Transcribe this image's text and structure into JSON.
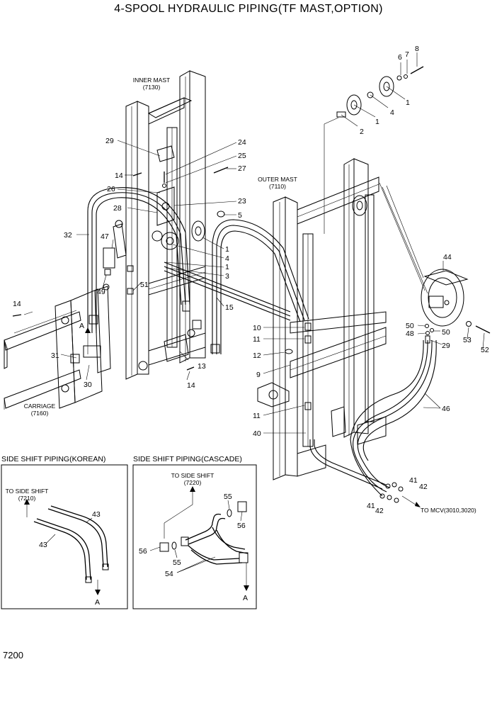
{
  "title": "4-SPOOL HYDRAULIC PIPING(TF MAST,OPTION)",
  "page_number": "7200",
  "labels": {
    "inner_mast": "INNER MAST",
    "inner_mast_ref": "(7130)",
    "outer_mast": "OUTER MAST",
    "outer_mast_ref": "(7110)",
    "carriage": "CARRIAGE",
    "carriage_ref": "(7160)",
    "to_mcv": "TO MCV(3010,3020)",
    "to_side_shift": "TO SIDE SHIFT",
    "to_side_shift_ref_korean": "(7210)",
    "to_side_shift_ref_cascade": "(7220)",
    "view_a": "A"
  },
  "sections": {
    "korean": "SIDE SHIFT PIPING(KOREAN)",
    "cascade": "SIDE SHIFT PIPING(CASCADE)"
  },
  "parts": [
    {
      "id": "p8",
      "num": "8"
    },
    {
      "id": "p6",
      "num": "6"
    },
    {
      "id": "p7",
      "num": "7"
    },
    {
      "id": "p1a",
      "num": "1"
    },
    {
      "id": "p4a",
      "num": "4"
    },
    {
      "id": "p1b",
      "num": "1"
    },
    {
      "id": "p2",
      "num": "2"
    },
    {
      "id": "p29a",
      "num": "29"
    },
    {
      "id": "p24",
      "num": "24"
    },
    {
      "id": "p25",
      "num": "25"
    },
    {
      "id": "p27",
      "num": "27"
    },
    {
      "id": "p14a",
      "num": "14"
    },
    {
      "id": "p26",
      "num": "26"
    },
    {
      "id": "p23",
      "num": "23"
    },
    {
      "id": "p28",
      "num": "28"
    },
    {
      "id": "p5",
      "num": "5"
    },
    {
      "id": "p32",
      "num": "32"
    },
    {
      "id": "p47",
      "num": "47"
    },
    {
      "id": "p1c",
      "num": "1"
    },
    {
      "id": "p4b",
      "num": "4"
    },
    {
      "id": "p1d",
      "num": "1"
    },
    {
      "id": "p3",
      "num": "3"
    },
    {
      "id": "p51",
      "num": "51"
    },
    {
      "id": "p49",
      "num": "49"
    },
    {
      "id": "p15",
      "num": "15"
    },
    {
      "id": "p14b",
      "num": "14"
    },
    {
      "id": "p44",
      "num": "44"
    },
    {
      "id": "p10",
      "num": "10"
    },
    {
      "id": "p11a",
      "num": "11"
    },
    {
      "id": "p12",
      "num": "12"
    },
    {
      "id": "p50a",
      "num": "50"
    },
    {
      "id": "p48",
      "num": "48"
    },
    {
      "id": "p50b",
      "num": "50"
    },
    {
      "id": "p29b",
      "num": "29"
    },
    {
      "id": "p53",
      "num": "53"
    },
    {
      "id": "p52",
      "num": "52"
    },
    {
      "id": "p31",
      "num": "31"
    },
    {
      "id": "p13",
      "num": "13"
    },
    {
      "id": "p9",
      "num": "9"
    },
    {
      "id": "p30",
      "num": "30"
    },
    {
      "id": "p14c",
      "num": "14"
    },
    {
      "id": "p11b",
      "num": "11"
    },
    {
      "id": "p46",
      "num": "46"
    },
    {
      "id": "p40",
      "num": "40"
    },
    {
      "id": "p41a",
      "num": "41"
    },
    {
      "id": "p42a",
      "num": "42"
    },
    {
      "id": "p41b",
      "num": "41"
    },
    {
      "id": "p42b",
      "num": "42"
    },
    {
      "id": "p43a",
      "num": "43"
    },
    {
      "id": "p43b",
      "num": "43"
    },
    {
      "id": "p55a",
      "num": "55"
    },
    {
      "id": "p56a",
      "num": "56"
    },
    {
      "id": "p56b",
      "num": "56"
    },
    {
      "id": "p55b",
      "num": "55"
    },
    {
      "id": "p54",
      "num": "54"
    }
  ]
}
